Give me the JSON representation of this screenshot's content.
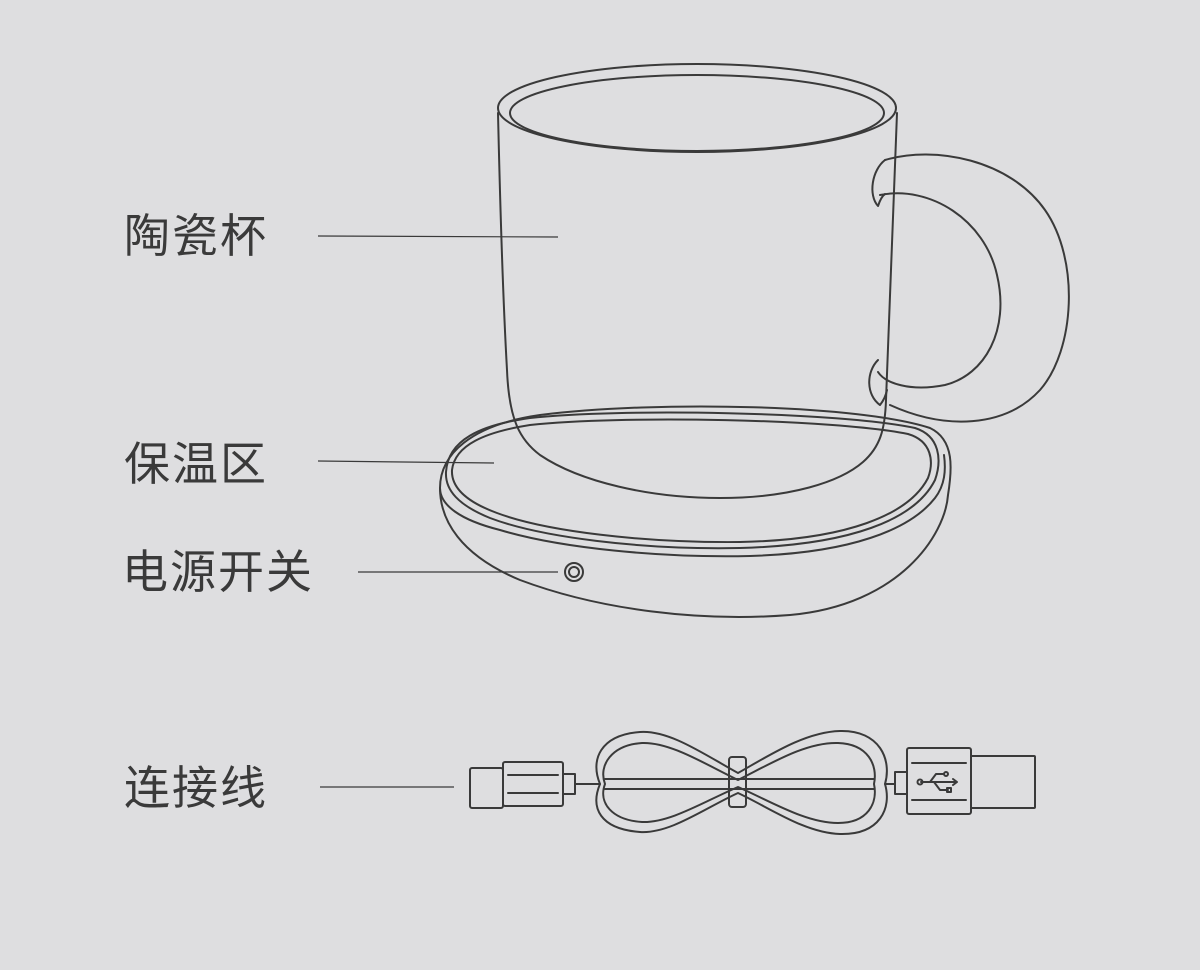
{
  "labels": {
    "cup": "陶瓷杯",
    "warming_zone": "保温区",
    "power_switch": "电源开关",
    "cable": "连接线"
  },
  "colors": {
    "background": "#dedee0",
    "line": "#3a3a3a"
  },
  "icons": {
    "usb_symbol": "usb-icon"
  }
}
